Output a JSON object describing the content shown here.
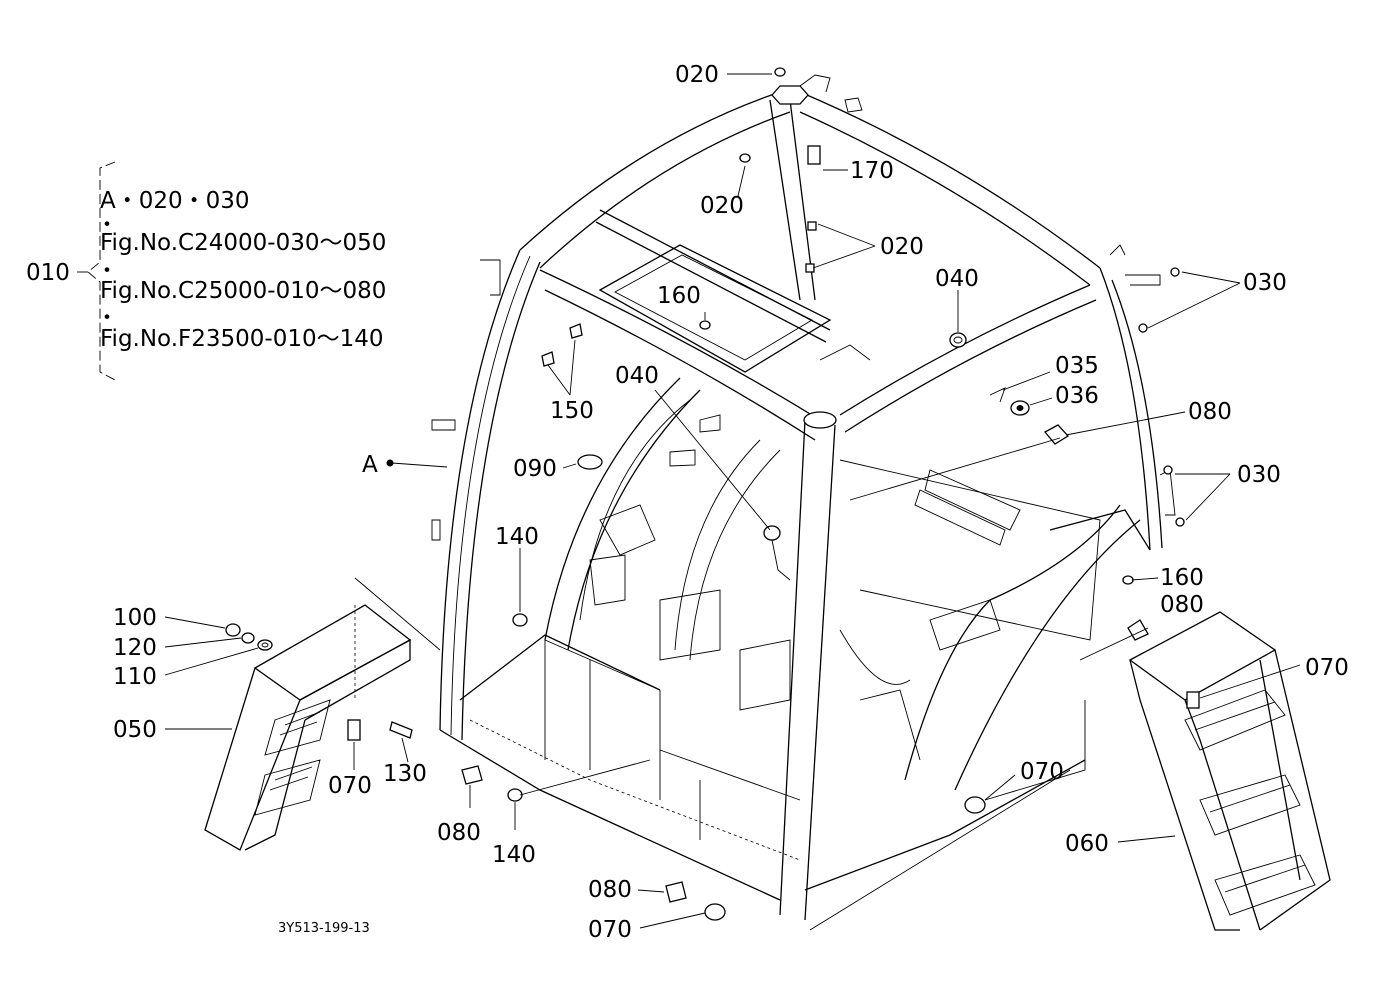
{
  "group": {
    "number": "010",
    "lines": [
      "A・020・030",
      "Fig.No.C24000-030～050",
      "Fig.No.C25000-010～080",
      "Fig.No.F23500-010～140"
    ],
    "separator": "・"
  },
  "reference_A": "A",
  "drawing_code": "3Y513-199-13",
  "labels": {
    "l020_top": "020",
    "l020_mid": "020",
    "l020_right": "020",
    "l170": "170",
    "l160_top": "160",
    "l040_right": "040",
    "l040_mid": "040",
    "l030_top": "030",
    "l030_mid": "030",
    "l035": "035",
    "l036": "036",
    "l080_right": "080",
    "l150": "150",
    "l090": "090",
    "l140_upper": "140",
    "l160_right": "160",
    "l080_step": "080",
    "l070_right": "070",
    "l100": "100",
    "l120": "120",
    "l110": "110",
    "l050": "050",
    "l070_left": "070",
    "l130": "130",
    "l080_left": "080",
    "l140_lower": "140",
    "l070_front": "070",
    "l060": "060",
    "l080_bottom": "080",
    "l070_bottom": "070"
  }
}
